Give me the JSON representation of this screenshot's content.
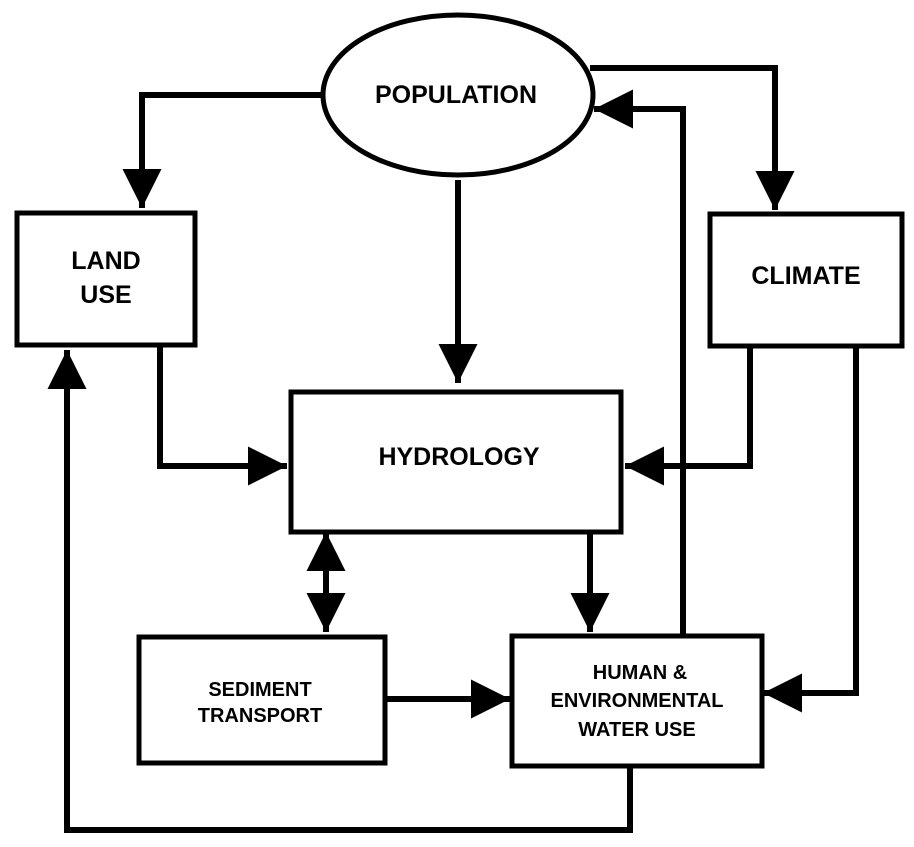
{
  "nodes": {
    "population": {
      "label": "POPULATION"
    },
    "land_use": {
      "lines": [
        "LAND",
        "USE"
      ]
    },
    "climate": {
      "label": "CLIMATE"
    },
    "hydrology": {
      "label": "HYDROLOGY"
    },
    "sediment_transport": {
      "lines": [
        "SEDIMENT",
        "TRANSPORT"
      ]
    },
    "water_use": {
      "lines": [
        "HUMAN &",
        "ENVIRONMENTAL",
        "WATER USE"
      ]
    }
  },
  "edges": [
    {
      "from": "POPULATION",
      "to": "LAND USE"
    },
    {
      "from": "POPULATION",
      "to": "CLIMATE"
    },
    {
      "from": "POPULATION",
      "to": "HYDROLOGY"
    },
    {
      "from": "LAND USE",
      "to": "HYDROLOGY"
    },
    {
      "from": "CLIMATE",
      "to": "HYDROLOGY"
    },
    {
      "from": "CLIMATE",
      "to": "HUMAN & ENVIRONMENTAL WATER USE"
    },
    {
      "from": "HYDROLOGY",
      "to": "SEDIMENT TRANSPORT",
      "bidirectional": true
    },
    {
      "from": "HYDROLOGY",
      "to": "HUMAN & ENVIRONMENTAL WATER USE"
    },
    {
      "from": "SEDIMENT TRANSPORT",
      "to": "HUMAN & ENVIRONMENTAL WATER USE"
    },
    {
      "from": "HUMAN & ENVIRONMENTAL WATER USE",
      "to": "POPULATION"
    },
    {
      "from": "HUMAN & ENVIRONMENTAL WATER USE",
      "to": "LAND USE"
    }
  ]
}
